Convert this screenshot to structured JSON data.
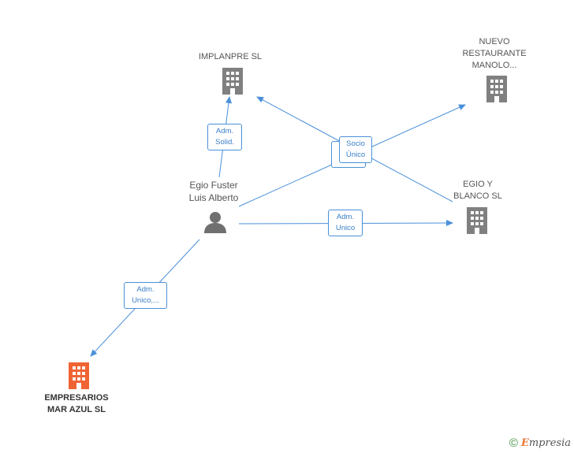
{
  "colors": {
    "edge": "#4a90d9",
    "company": "#808080",
    "main_company": "#f06434",
    "person": "#707070"
  },
  "nodes": {
    "implanpre": {
      "lines": [
        "IMPLANPRE  SL"
      ],
      "icon": "building-icon"
    },
    "nuevo": {
      "lines": [
        "NUEVO",
        "RESTAURANTE",
        "MANOLO..."
      ],
      "icon": "building-icon"
    },
    "egio_y_blanco": {
      "lines": [
        "EGIO Y",
        "BLANCO SL"
      ],
      "icon": "building-icon"
    },
    "person": {
      "lines": [
        "Egio Fuster",
        "Luis Alberto"
      ],
      "icon": "person-icon"
    },
    "mar_azul": {
      "lines": [
        "EMPRESARIOS",
        "MAR AZUL SL"
      ],
      "icon": "building-icon"
    }
  },
  "edge_labels": {
    "adm_solid": [
      "Adm.",
      "Solid."
    ],
    "socio_back": [
      "Socio",
      "Único"
    ],
    "socio_front": [
      "Socio",
      "Único"
    ],
    "adm_unico": [
      "Adm.",
      "Unico"
    ],
    "adm_unico_mar": [
      "Adm.",
      "Unico,..."
    ]
  },
  "footer": {
    "copyright": "©",
    "brand_initial": "E",
    "brand_rest": "mpresia"
  }
}
